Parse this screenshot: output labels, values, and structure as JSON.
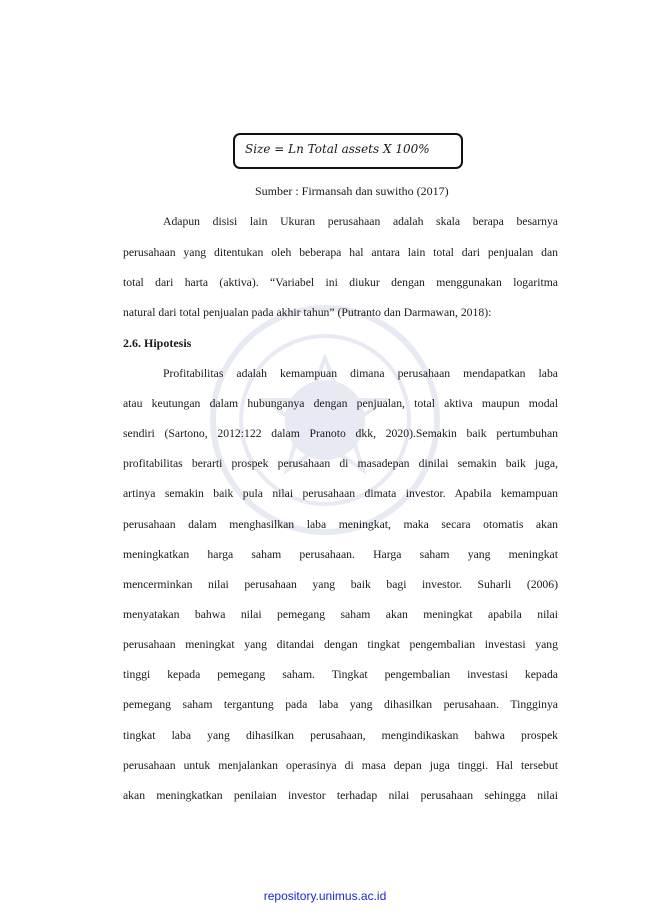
{
  "formula": "Size = Ln Total assets X 100%",
  "source": "Sumber : Firmansah dan suwitho (2017)",
  "para1": [
    "Adapun disisi lain Ukuran perusahaan adalah skala berapa besarnya",
    "perusahaan yang ditentukan oleh beberapa hal antara lain total dari penjualan dan",
    "total dari harta (aktiva). “Variabel ini diukur dengan menggunakan logaritma",
    "natural dari total penjualan pada akhir tahun” (Putranto dan Darmawan, 2018):"
  ],
  "heading": "2.6. Hipotesis",
  "para2": [
    "Profitabilitas adalah kemampuan dimana perusahaan mendapatkan laba",
    "atau keutungan dalam hubunganya dengan penjualan, total aktiva maupun modal",
    "sendiri (Sartono, 2012:122 dalam Pranoto dkk, 2020).Semakin baik pertumbuhan",
    "profitabilitas berarti prospek perusahaan di masadepan dinilai semakin baik juga,",
    "artinya semakin baik pula nilai perusahaan dimata investor. Apabila kemampuan",
    "perusahaan dalam menghasilkan laba meningkat, maka secara otomatis akan",
    "meningkatkan harga saham perusahaan. Harga saham yang meningkat",
    "mencerminkan nilai perusahaan yang baik bagi investor. Suharli (2006)",
    "menyatakan bahwa nilai pemegang saham akan meningkat apabila nilai",
    "perusahaan meningkat yang ditandai dengan tingkat pengembalian investasi yang",
    "tinggi kepada pemegang saham. Tingkat pengembalian investasi kepada",
    "pemegang saham tergantung pada laba yang dihasilkan perusahaan. Tingginya",
    "tingkat laba yang dihasilkan perusahaan, mengindikaskan bahwa prospek",
    "perusahaan untuk menjalankan operasinya di masa depan juga tinggi. Hal tersebut",
    "akan meningkatkan penilaian investor terhadap nilai perusahaan sehingga nilai"
  ],
  "footer": "repository.unimus.ac.id",
  "colors": {
    "link": "#1a27d6",
    "text": "#1a1a1a",
    "border": "#111111"
  }
}
